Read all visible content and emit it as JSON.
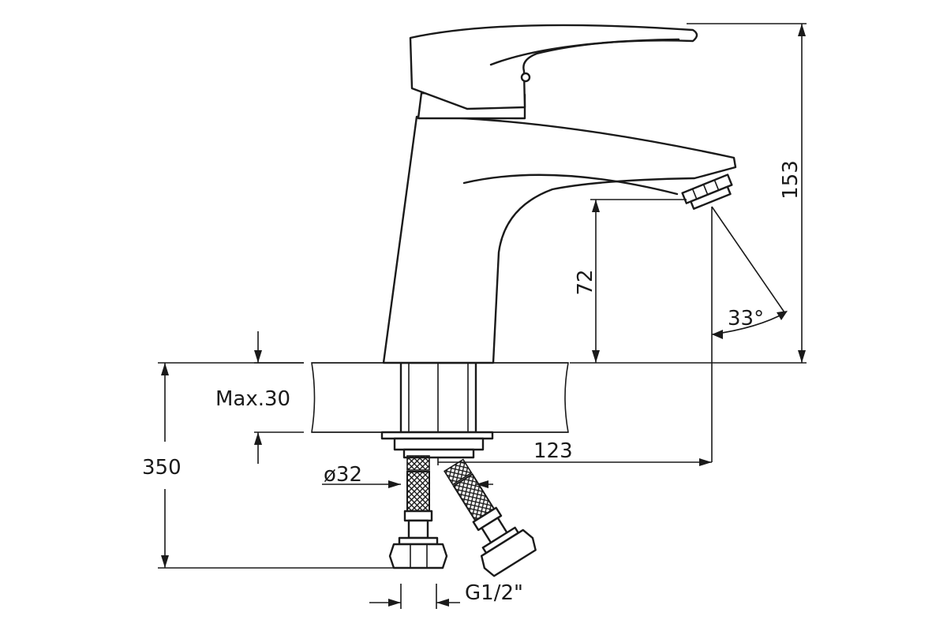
{
  "dimensions": {
    "total_height": "153",
    "spout_height": "72",
    "spray_angle": "33°",
    "max_counter_thickness": "Max.30",
    "hose_length": "350",
    "spout_reach": "123",
    "mount_diameter": "ø32",
    "connection_thread": "G1/2\""
  },
  "colors": {
    "line": "#1a1a1a",
    "background": "#ffffff"
  }
}
